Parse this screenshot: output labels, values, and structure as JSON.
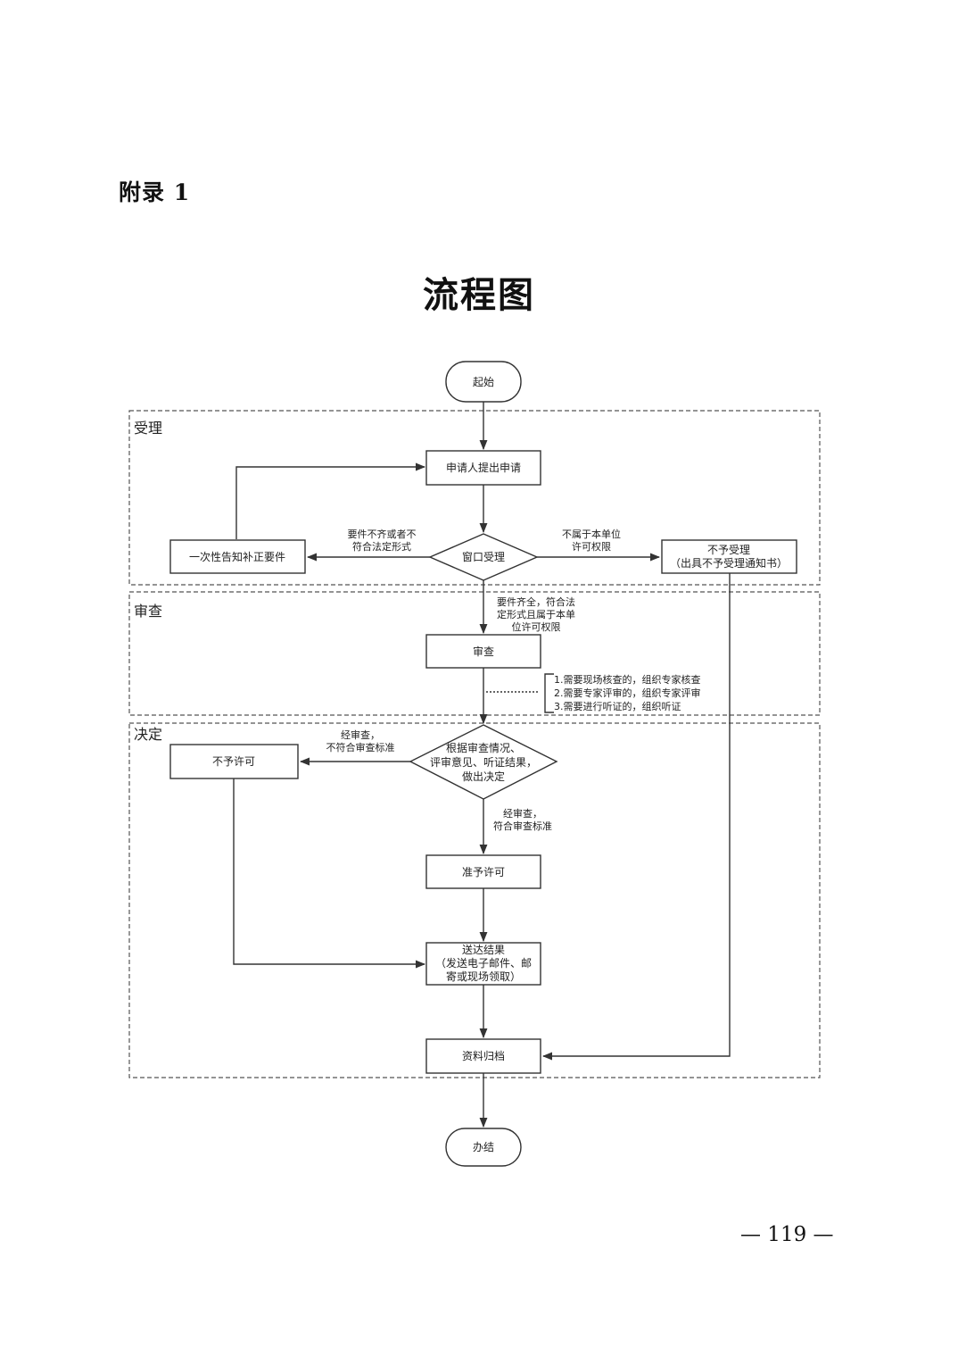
{
  "header": {
    "appendix": "附录 1",
    "title": "流程图"
  },
  "lanes": {
    "accept": "受理",
    "review": "审查",
    "decide": "决定"
  },
  "nodes": {
    "start": "起始",
    "apply": "申请人提出申请",
    "window": "窗口受理",
    "notify_supplement": "一次性告知补正要件",
    "reject_accept_line1": "不予受理",
    "reject_accept_line2": "（出具不予受理通知书）",
    "review": "审查",
    "decide_line1": "根据审查情况、",
    "decide_line2": "评审意见、听证结果，",
    "decide_line3": "做出决定",
    "deny": "不予许可",
    "grant": "准予许可",
    "deliver_line1": "送达结果",
    "deliver_line2": "（发送电子邮件、邮",
    "deliver_line3": "寄或现场领取）",
    "archive": "资料归档",
    "end": "办结"
  },
  "edge_labels": {
    "incomplete_line1": "要件不齐或者不",
    "incomplete_line2": "符合法定形式",
    "outside_line1": "不属于本单位",
    "outside_line2": "许可权限",
    "complete_line1": "要件齐全，符合法",
    "complete_line2": "定形式且属于本单",
    "complete_line3": "位许可权限",
    "fail_line1": "经审查，",
    "fail_line2": "不符合审查标准",
    "pass_line1": "经审查，",
    "pass_line2": "符合审查标准"
  },
  "notes": [
    "1.需要现场核查的，组织专家核查",
    "2.需要专家评审的，组织专家评审",
    "3.需要进行听证的，组织听证"
  ],
  "footer": {
    "page_number": "— 119 —"
  }
}
